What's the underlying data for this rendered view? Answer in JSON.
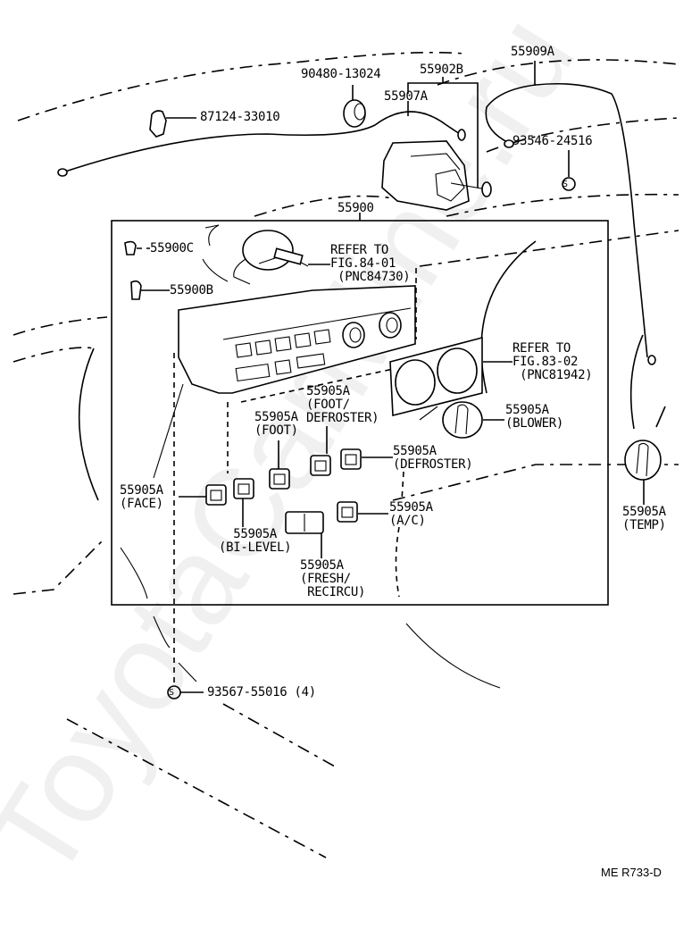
{
  "diagram": {
    "type": "exploded-parts-diagram",
    "watermark": "ToyotaCarMine.ru",
    "figure_code": "ME R733-D",
    "parts": [
      {
        "id": "p_87124",
        "label": "87124-33010"
      },
      {
        "id": "p_90480",
        "label": "90480-13024"
      },
      {
        "id": "p_55902B",
        "label": "55902B"
      },
      {
        "id": "p_55907A",
        "label": "55907A"
      },
      {
        "id": "p_55909A",
        "label": "55909A"
      },
      {
        "id": "p_93546",
        "label": "93546-24516"
      },
      {
        "id": "p_55900",
        "label": "55900"
      },
      {
        "id": "p_55900C",
        "label": "55900C"
      },
      {
        "id": "p_55900B",
        "label": "55900B"
      },
      {
        "id": "p_ref84",
        "label": "REFER TO\nFIG.84-01\n (PNC84730)"
      },
      {
        "id": "p_ref83",
        "label": "REFER TO\nFIG.83-02\n (PNC81942)"
      },
      {
        "id": "p_blower",
        "label": "55905A\n(BLOWER)"
      },
      {
        "id": "p_footdef",
        "label": "55905A\n(FOOT/\nDEFROSTER)"
      },
      {
        "id": "p_foot",
        "label": "55905A\n(FOOT)"
      },
      {
        "id": "p_defroster",
        "label": "55905A\n(DEFROSTER)"
      },
      {
        "id": "p_face",
        "label": "55905A\n(FACE)"
      },
      {
        "id": "p_bilevel",
        "label": "55905A\n(BI-LEVEL)"
      },
      {
        "id": "p_ac",
        "label": "55905A\n(A/C)"
      },
      {
        "id": "p_fresh",
        "label": "55905A\n(FRESH/\n RECIRCU)"
      },
      {
        "id": "p_temp",
        "label": "55905A\n(TEMP)"
      },
      {
        "id": "p_93567",
        "label": "93567-55016 (4)"
      }
    ],
    "symbols": {
      "s_mark": "S"
    }
  }
}
